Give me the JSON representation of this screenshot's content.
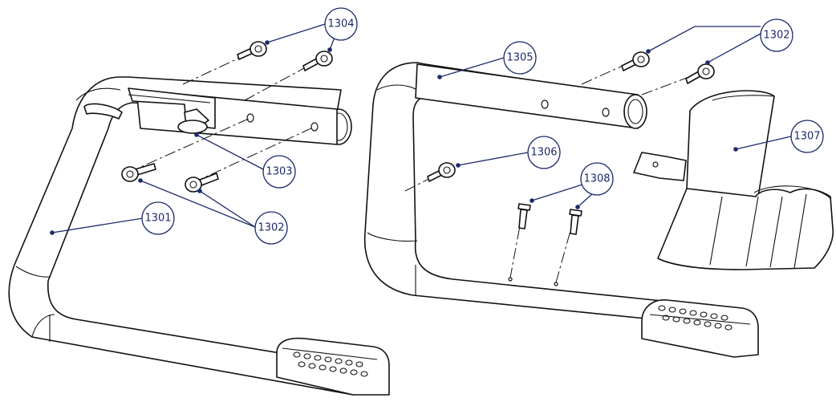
{
  "callouts": {
    "c1301": "1301",
    "c1302a": "1302",
    "c1302b": "1302",
    "c1303": "1303",
    "c1304": "1304",
    "c1305": "1305",
    "c1306": "1306",
    "c1307": "1307",
    "c1308": "1308"
  },
  "colors": {
    "callout": "#1c2a6b",
    "line": "#111111"
  }
}
